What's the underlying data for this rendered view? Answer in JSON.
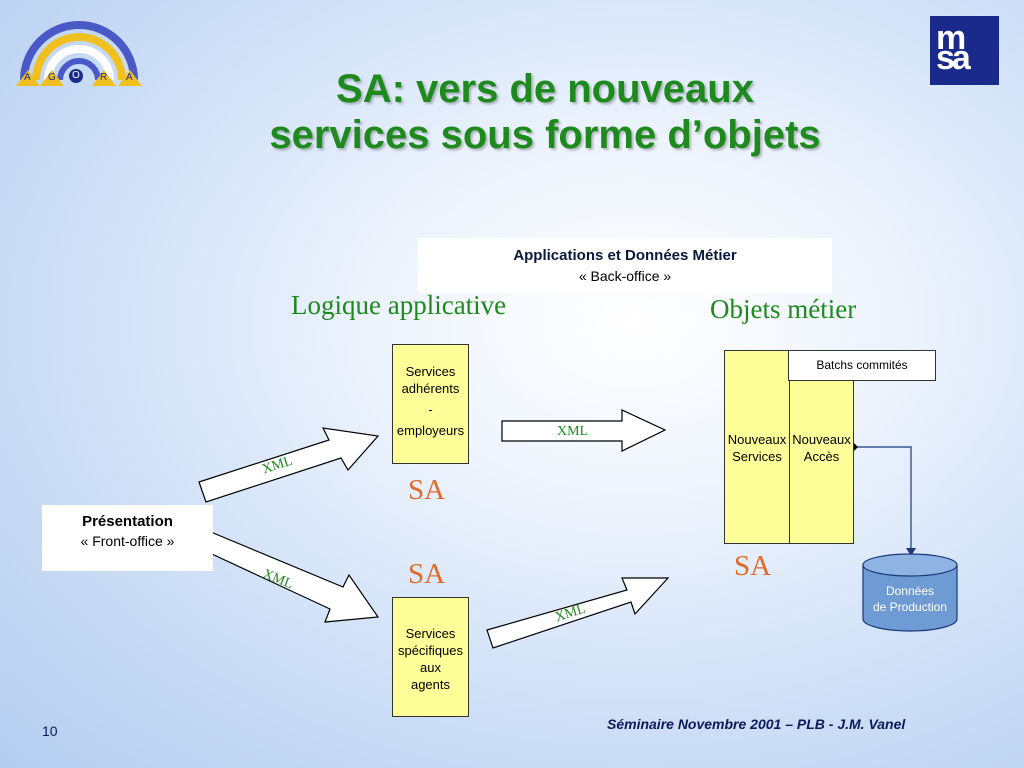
{
  "slide": {
    "title_line1": "SA: vers de nouveaux",
    "title_line2": "services sous forme d’objets",
    "logo_left_letters": [
      "A",
      "G",
      "O",
      "R",
      "A"
    ],
    "logo_right_text": "msa",
    "page_number": "10",
    "footer": "Séminaire Novembre 2001 – PLB - J.M. Vanel"
  },
  "backoffice": {
    "title": "Applications et Données Métier",
    "subtitle": "« Back-office »"
  },
  "labels": {
    "logique": "Logique applicative",
    "objets": "Objets métier",
    "sa": "SA",
    "xml": "XML"
  },
  "boxes": {
    "services_adherents": [
      "Services",
      "adhérents",
      "-",
      "employeurs"
    ],
    "services_agents": [
      "Services",
      "spécifiques",
      "aux",
      "agents"
    ],
    "nouveaux_services": [
      "Nouveaux",
      "Services"
    ],
    "nouveaux_acces": [
      "Nouveaux",
      "Accès"
    ],
    "batchs": "Batchs commités"
  },
  "presentation": {
    "title": "Présentation",
    "subtitle": "« Front-office »"
  },
  "database": [
    "Données",
    "de Production"
  ],
  "colors": {
    "title_green": "#1e8a1e",
    "sa_orange": "#e06a2a",
    "box_yellow": "#ffff99",
    "cylinder_blue": "#6f9bd4"
  }
}
